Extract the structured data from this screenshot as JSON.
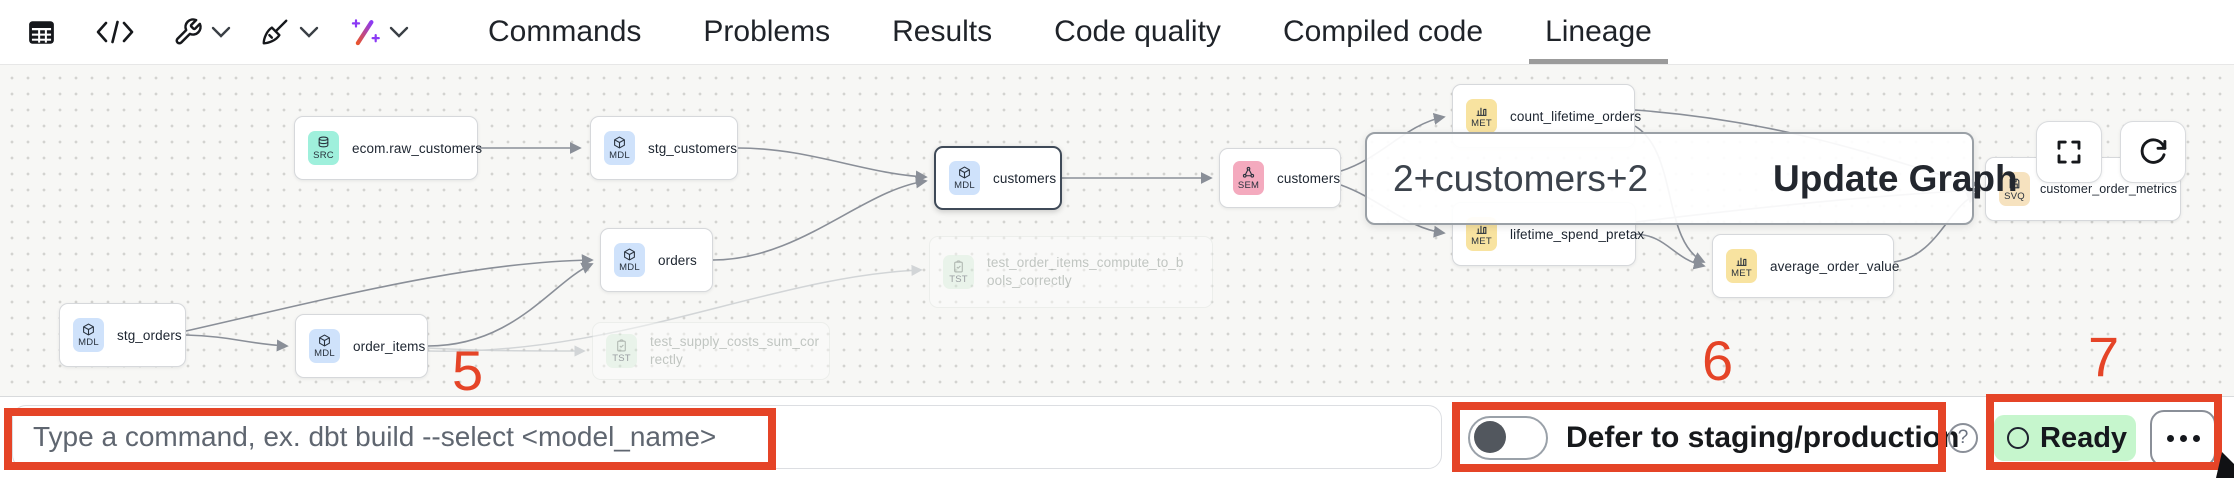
{
  "toolbar": {
    "icons": [
      {
        "name": "table-icon"
      },
      {
        "name": "code-icon"
      },
      {
        "name": "wrench-icon",
        "has_dropdown": true
      },
      {
        "name": "broom-icon",
        "has_dropdown": true
      },
      {
        "name": "magic-wand-icon",
        "has_dropdown": true
      }
    ]
  },
  "tabs": {
    "items": [
      {
        "label": "Commands"
      },
      {
        "label": "Problems"
      },
      {
        "label": "Results"
      },
      {
        "label": "Code quality"
      },
      {
        "label": "Compiled code"
      },
      {
        "label": "Lineage"
      }
    ],
    "active": "Lineage"
  },
  "lineage": {
    "nodes": [
      {
        "badge": "SRC",
        "label": "ecom.raw_customers"
      },
      {
        "badge": "MDL",
        "label": "stg_customers"
      },
      {
        "badge": "MDL",
        "label": "customers",
        "selected": true
      },
      {
        "badge": "SEM",
        "label": "customers"
      },
      {
        "badge": "TST",
        "label": "test_order_items_compute_to_bools_correctly",
        "faded": true
      },
      {
        "badge": "MDL",
        "label": "stg_orders"
      },
      {
        "badge": "MDL",
        "label": "order_items"
      },
      {
        "badge": "MDL",
        "label": "orders"
      },
      {
        "badge": "TST",
        "label": "test_supply_costs_sum_correctly",
        "faded": true
      },
      {
        "badge": "MET",
        "label": "count_lifetime_orders"
      },
      {
        "badge": "MET",
        "label": "lifetime_spend_pretax"
      },
      {
        "badge": "MET",
        "label": "average_order_value"
      },
      {
        "badge": "SVQ",
        "label": "customer_order_metrics"
      }
    ],
    "selector": {
      "value": "2+customers+2",
      "button_label": "Update Graph"
    },
    "controls": [
      {
        "name": "fullscreen-button"
      },
      {
        "name": "refresh-button"
      }
    ]
  },
  "bottom_bar": {
    "command_input": {
      "placeholder": "Type a command, ex. dbt build --select <model_name>",
      "value": ""
    },
    "defer_toggle": {
      "label": "Defer to staging/production",
      "state": "off"
    },
    "help_label": "?",
    "status": {
      "label": "Ready",
      "state": "ready"
    },
    "more_button": "..."
  },
  "annotations": {
    "numbers": [
      {
        "value": "5"
      },
      {
        "value": "6"
      },
      {
        "value": "7"
      }
    ],
    "color": "#e54427"
  },
  "colors": {
    "canvas_bg": "#f7f7f5",
    "badge_src": "#9ff0dc",
    "badge_mdl": "#cfe2fb",
    "badge_sem": "#f4aabe",
    "badge_met": "#f8e3a0",
    "badge_tst": "#d9efdd",
    "badge_svq": "#f6e2bf",
    "status_ready_bg": "#c6f6cd",
    "annotation_red": "#e54427",
    "edge_gray": "#8a8f98"
  }
}
